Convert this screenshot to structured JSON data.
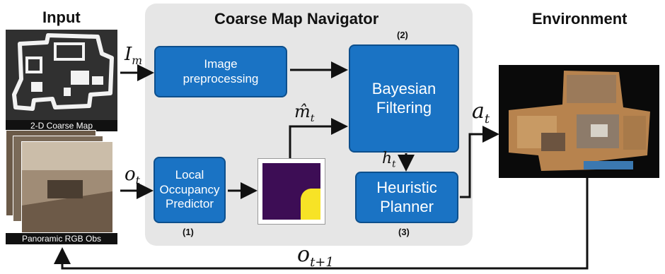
{
  "headings": {
    "input": "Input",
    "navigator": "Coarse Map Navigator",
    "environment": "Environment"
  },
  "input": {
    "map_caption": "2-D Coarse Map",
    "obs_caption": "Panoramic RGB Obs"
  },
  "modules": {
    "image_preprocessing": "Image preprocessing",
    "local_occupancy": "Local Occupancy Predictor",
    "bayesian_filtering": "Bayesian Filtering",
    "heuristic_planner": "Heuristic Planner"
  },
  "module_numbers": {
    "local_occupancy": "(1)",
    "bayesian_filtering": "(2)",
    "heuristic_planner": "(3)"
  },
  "math_labels": {
    "I_m": {
      "base": "I",
      "sub": "m"
    },
    "o_t": {
      "base": "o",
      "sub": "t"
    },
    "m_hat_t": {
      "base": "m̂",
      "sub": "t"
    },
    "h_t": {
      "base": "h",
      "sub": "t"
    },
    "a_t": {
      "base": "a",
      "sub": "t"
    },
    "o_t1": {
      "base": "o",
      "sub": "t+1"
    }
  },
  "colors": {
    "module_fill": "#1a73c4",
    "panel_fill": "#e6e6e6",
    "occupancy_dark": "#3d0d55",
    "occupancy_free": "#f7e326"
  }
}
